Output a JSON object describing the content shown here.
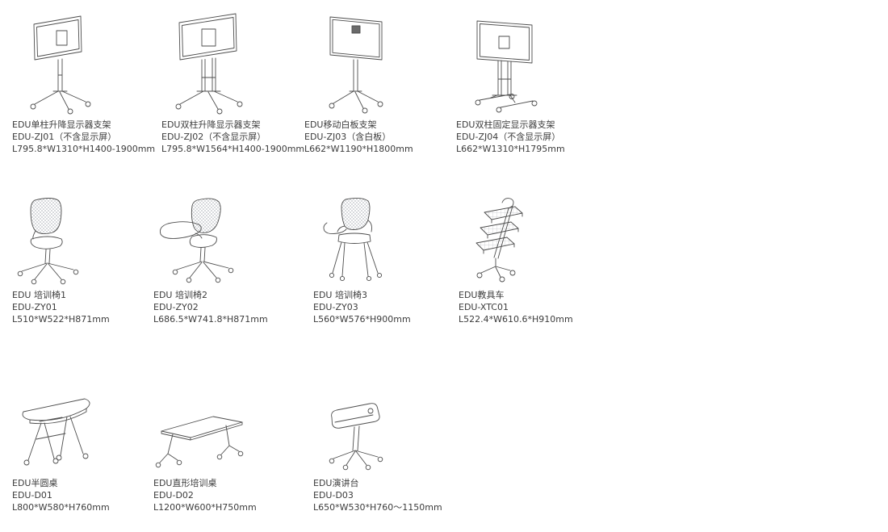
{
  "page": {
    "background": "#ffffff",
    "line_color": "#4d4d4d",
    "text_color": "#3c3c3c"
  },
  "products": [
    {
      "name": "EDU单柱升降显示器支架",
      "model": "EDU-ZJ01（不含显示屏）",
      "size": "L795.8*W1310*H1400-1900mm",
      "icon": "single-column-lift-monitor-stand"
    },
    {
      "name": "EDU双柱升降显示器支架",
      "model": "EDU-ZJ02（不含显示屏）",
      "size": "L795.8*W1564*H1400-1900mm",
      "icon": "dual-column-lift-monitor-stand"
    },
    {
      "name": "EDU移动白板支架",
      "model": "EDU-ZJ03（含白板）",
      "size": "L662*W1190*H1800mm",
      "icon": "mobile-whiteboard-stand"
    },
    {
      "name": "EDU双柱固定显示器支架",
      "model": "EDU-ZJ04（不含显示屏）",
      "size": "L662*W1310*H1795mm",
      "icon": "dual-column-fixed-monitor-stand"
    },
    {
      "name": "EDU 培训椅1",
      "model": "EDU-ZY01",
      "size": "L510*W522*H871mm",
      "icon": "training-chair-1"
    },
    {
      "name": "EDU 培训椅2",
      "model": "EDU-ZY02",
      "size": "L686.5*W741.8*H871mm",
      "icon": "training-chair-2-tablet"
    },
    {
      "name": "EDU 培训椅3",
      "model": "EDU-ZY03",
      "size": "L560*W576*H900mm",
      "icon": "training-chair-3-four-leg"
    },
    {
      "name": "EDU教具车",
      "model": "EDU-XTC01",
      "size": "L522.4*W610.6*H910mm",
      "icon": "teaching-aid-cart"
    },
    {
      "name": "EDU半圆桌",
      "model": "EDU-D01",
      "size": "L800*W580*H760mm",
      "icon": "half-round-table"
    },
    {
      "name": "EDU直形培训桌",
      "model": "EDU-D02",
      "size": "L1200*W600*H750mm",
      "icon": "rectangular-training-table"
    },
    {
      "name": "EDU演讲台",
      "model": "EDU-D03",
      "size": "L650*W530*H760～1150mm",
      "icon": "lectern"
    }
  ]
}
